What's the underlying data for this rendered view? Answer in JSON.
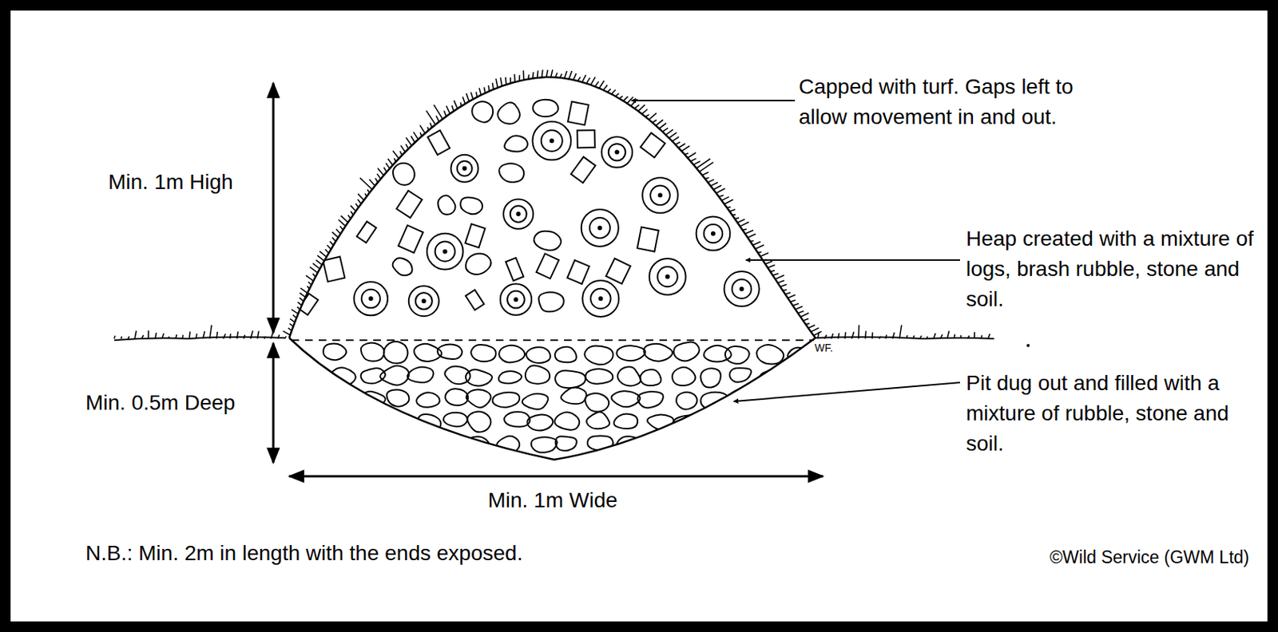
{
  "diagram": {
    "labels": [
      "Min. 1m High",
      "Min. 0.5m Deep",
      "Min. 1m Wide",
      "Capped with turf. Gaps left to allow movement in and out.",
      "Heap created with a mixture of logs, brash rubble, stone and soil.",
      "Pit dug out and filled with a mixture of rubble, stone and soil.",
      "N.B.: Min. 2m in length with the ends exposed.",
      "©Wild Service (GWM Ltd)",
      "WF."
    ]
  }
}
